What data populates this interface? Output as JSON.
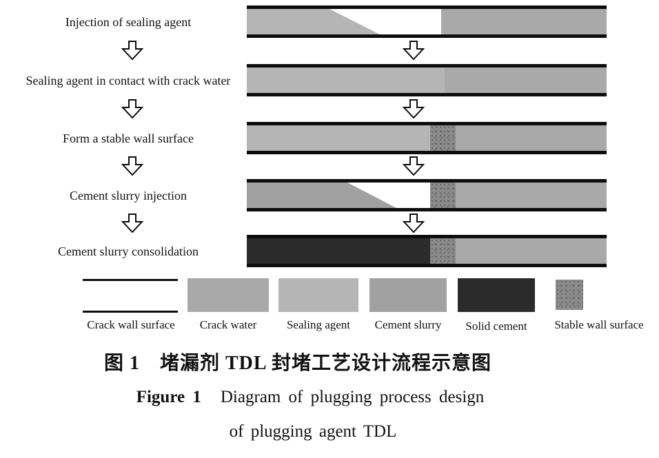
{
  "figure": {
    "steps": [
      {
        "label": "Injection of sealing agent"
      },
      {
        "label": "Sealing agent in contact with crack water"
      },
      {
        "label": "Form a stable wall surface"
      },
      {
        "label": "Cement slurry injection"
      },
      {
        "label": "Cement slurry consolidation"
      }
    ],
    "materials": {
      "crack_water": "#a9a9a9",
      "sealing_agent": "#b5b5b5",
      "cement_slurry": "#a1a1a1",
      "solid_cement": "#2b2b2b",
      "stable_wall": "#8a8a8a",
      "white": "#ffffff"
    },
    "bars": [
      [
        {
          "from": 0,
          "to": 23,
          "type": "solid",
          "material": "sealing_agent"
        },
        {
          "from": 23,
          "to": 37,
          "type": "diagonal",
          "material": "sealing_agent"
        },
        {
          "from": 37,
          "to": 54,
          "type": "solid",
          "material": "white"
        },
        {
          "from": 54,
          "to": 100,
          "type": "solid",
          "material": "crack_water"
        }
      ],
      [
        {
          "from": 0,
          "to": 55,
          "type": "solid",
          "material": "sealing_agent"
        },
        {
          "from": 55,
          "to": 100,
          "type": "solid",
          "material": "crack_water"
        }
      ],
      [
        {
          "from": 0,
          "to": 51,
          "type": "solid",
          "material": "sealing_agent"
        },
        {
          "from": 51,
          "to": 58,
          "type": "texture",
          "material": "stable_wall"
        },
        {
          "from": 58,
          "to": 100,
          "type": "solid",
          "material": "crack_water"
        }
      ],
      [
        {
          "from": 0,
          "to": 28,
          "type": "solid",
          "material": "cement_slurry"
        },
        {
          "from": 28,
          "to": 41.5,
          "type": "diagonal",
          "material": "cement_slurry"
        },
        {
          "from": 41.5,
          "to": 51,
          "type": "solid",
          "material": "white"
        },
        {
          "from": 51,
          "to": 58,
          "type": "texture",
          "material": "stable_wall"
        },
        {
          "from": 58,
          "to": 100,
          "type": "solid",
          "material": "crack_water"
        }
      ],
      [
        {
          "from": 0,
          "to": 51,
          "type": "solid",
          "material": "solid_cement"
        },
        {
          "from": 51,
          "to": 58,
          "type": "texture",
          "material": "stable_wall"
        },
        {
          "from": 58,
          "to": 100,
          "type": "solid",
          "material": "crack_water"
        }
      ]
    ],
    "legend": [
      {
        "label": "Crack wall surface"
      },
      {
        "label": "Crack water"
      },
      {
        "label": "Sealing agent"
      },
      {
        "label": "Cement slurry"
      },
      {
        "label": "Solid cement"
      },
      {
        "label": "Stable wall surface"
      }
    ],
    "caption_zh": "图 1　堵漏剂 TDL 封堵工艺设计流程示意图",
    "caption_en_label": "Figure 1",
    "caption_en_text": "Diagram of plugging process design",
    "caption_en_line2": "of plugging agent TDL"
  }
}
